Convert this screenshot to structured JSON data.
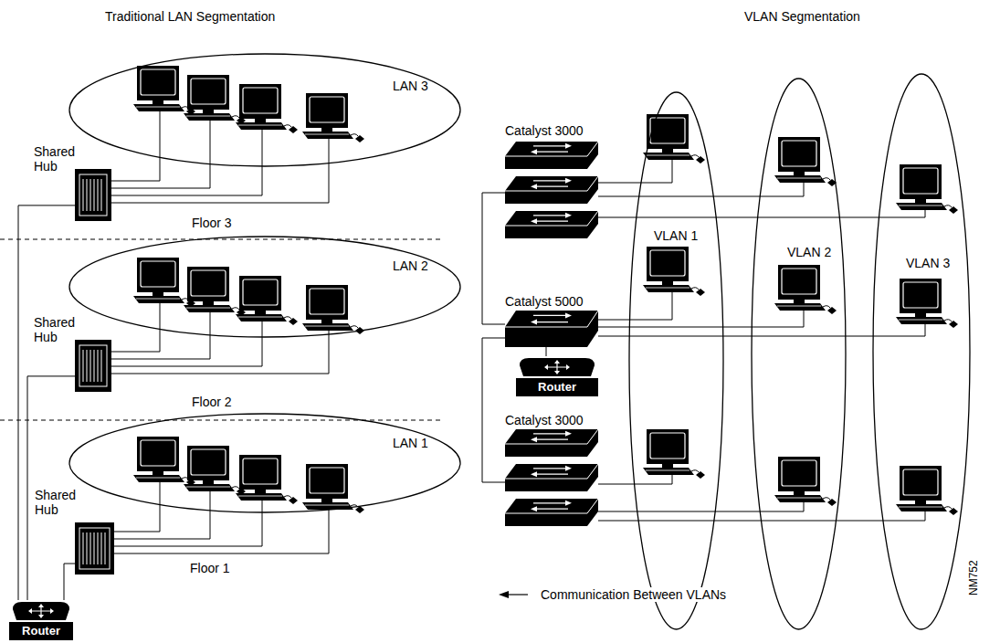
{
  "diagram": {
    "nodes": [
      {
        "text": [
          "LAN 3"
        ]
      },
      {
        "text": [
          "Shared Hub"
        ]
      },
      {
        "text": [
          "LAN 2"
        ]
      },
      {
        "text": [
          "Shared Hub"
        ]
      },
      {
        "text": [
          "LAN 1"
        ]
      },
      {
        "text": [
          "Shared Hub"
        ]
      },
      {
        "text": [
          "Router"
        ]
      },
      {
        "text": [
          "Catalyst 3000"
        ]
      },
      {
        "text": [
          "VLAN 1"
        ]
      },
      {
        "text": [
          "VLAN 2"
        ]
      },
      {
        "text": [
          "VLAN 3"
        ]
      },
      {
        "text": [
          "Catalyst 5000"
        ]
      },
      {
        "text": [
          "Router"
        ]
      },
      {
        "text": [
          "Catalyst 3000"
        ]
      }
    ],
    "edges": [
      {
        "from": 1,
        "to": 6,
        "arrow": "none"
      },
      {
        "from": 3,
        "to": 6,
        "arrow": "none"
      },
      {
        "from": 5,
        "to": 6,
        "arrow": "none"
      },
      {
        "from": 7,
        "to": 11,
        "arrow": "none"
      },
      {
        "from": 11,
        "to": 12,
        "arrow": "none"
      },
      {
        "from": 11,
        "to": 13,
        "arrow": "none"
      }
    ],
    "labels": [
      "Traditional LAN Segmentation",
      "VLAN Segmentation",
      "Floor 3",
      "Floor 2",
      "Floor 1",
      "NM752"
    ],
    "legend": [
      {
        "text": "Communication Between VLANs"
      }
    ]
  }
}
